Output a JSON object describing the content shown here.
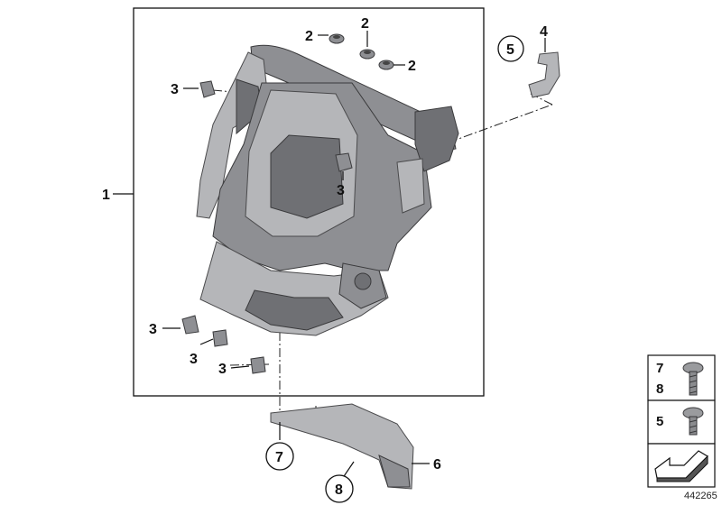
{
  "callouts": {
    "c1": "1",
    "c2a": "2",
    "c2b": "2",
    "c2c": "2",
    "c3a": "3",
    "c3b": "3",
    "c3c": "3",
    "c3d": "3",
    "c3e": "3",
    "c4": "4",
    "c5": "5",
    "c6": "6",
    "c7": "7",
    "c8": "8"
  },
  "legend": {
    "row1_top": "7",
    "row1_bottom": "8",
    "row2": "5"
  },
  "diagram_number": "442265"
}
